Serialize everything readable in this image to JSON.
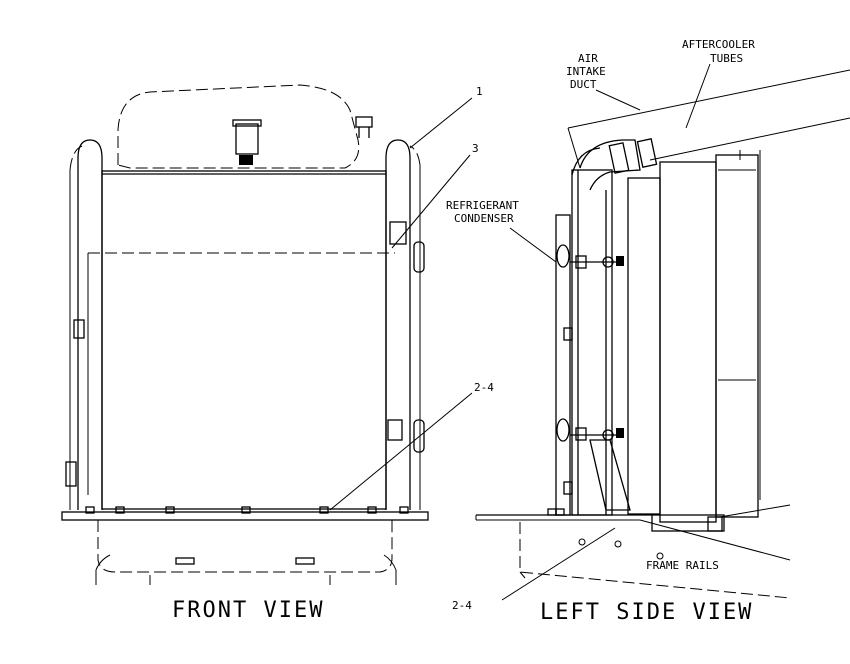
{
  "views": {
    "front": {
      "title": "FRONT VIEW"
    },
    "left": {
      "title": "LEFT SIDE VIEW"
    }
  },
  "callouts": {
    "front": [
      "1",
      "3",
      "2-4"
    ],
    "side": [
      "2-4"
    ]
  },
  "labels": {
    "air_intake_duct": [
      "AIR",
      "INTAKE",
      "DUCT"
    ],
    "aftercooler_tubes": [
      "AFTERCOOLER",
      "TUBES"
    ],
    "refrigerant_condenser": [
      "REFRIGERANT",
      "CONDENSER"
    ],
    "frame_rails": "FRAME RAILS"
  }
}
